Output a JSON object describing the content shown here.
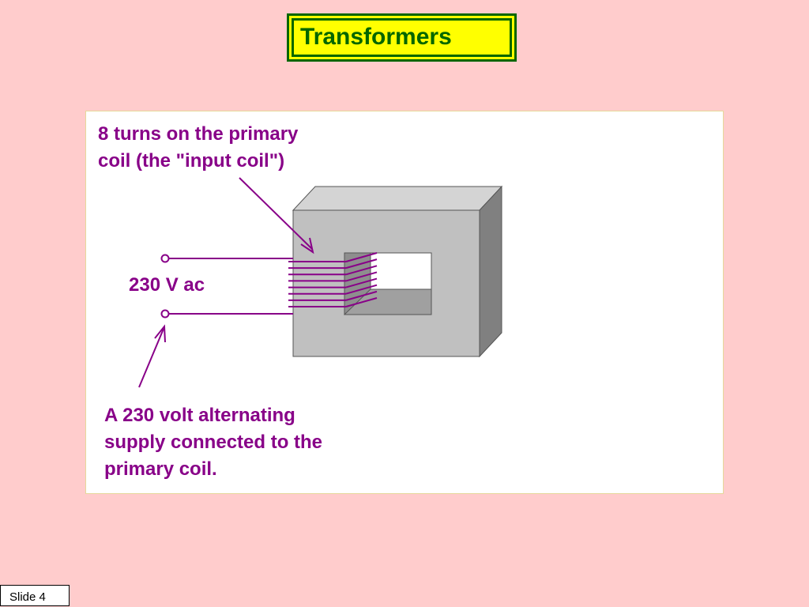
{
  "title": "Transformers",
  "diagram": {
    "primary_label": [
      "8 turns on the primary",
      "coil (the \"input coil\")"
    ],
    "voltage_label": "230 V ac",
    "supply_label": [
      "A 230 volt alternating",
      "supply connected to the",
      "primary coil."
    ],
    "primary_turns": 8
  },
  "footer": {
    "slide_label": "Slide 4"
  },
  "colors": {
    "background": "#ffcccc",
    "title_fill": "#ffff00",
    "title_border": "#006600",
    "coil": "#880088",
    "core_front": "#c0c0c0",
    "core_top": "#d4d4d4",
    "core_side": "#808080"
  }
}
